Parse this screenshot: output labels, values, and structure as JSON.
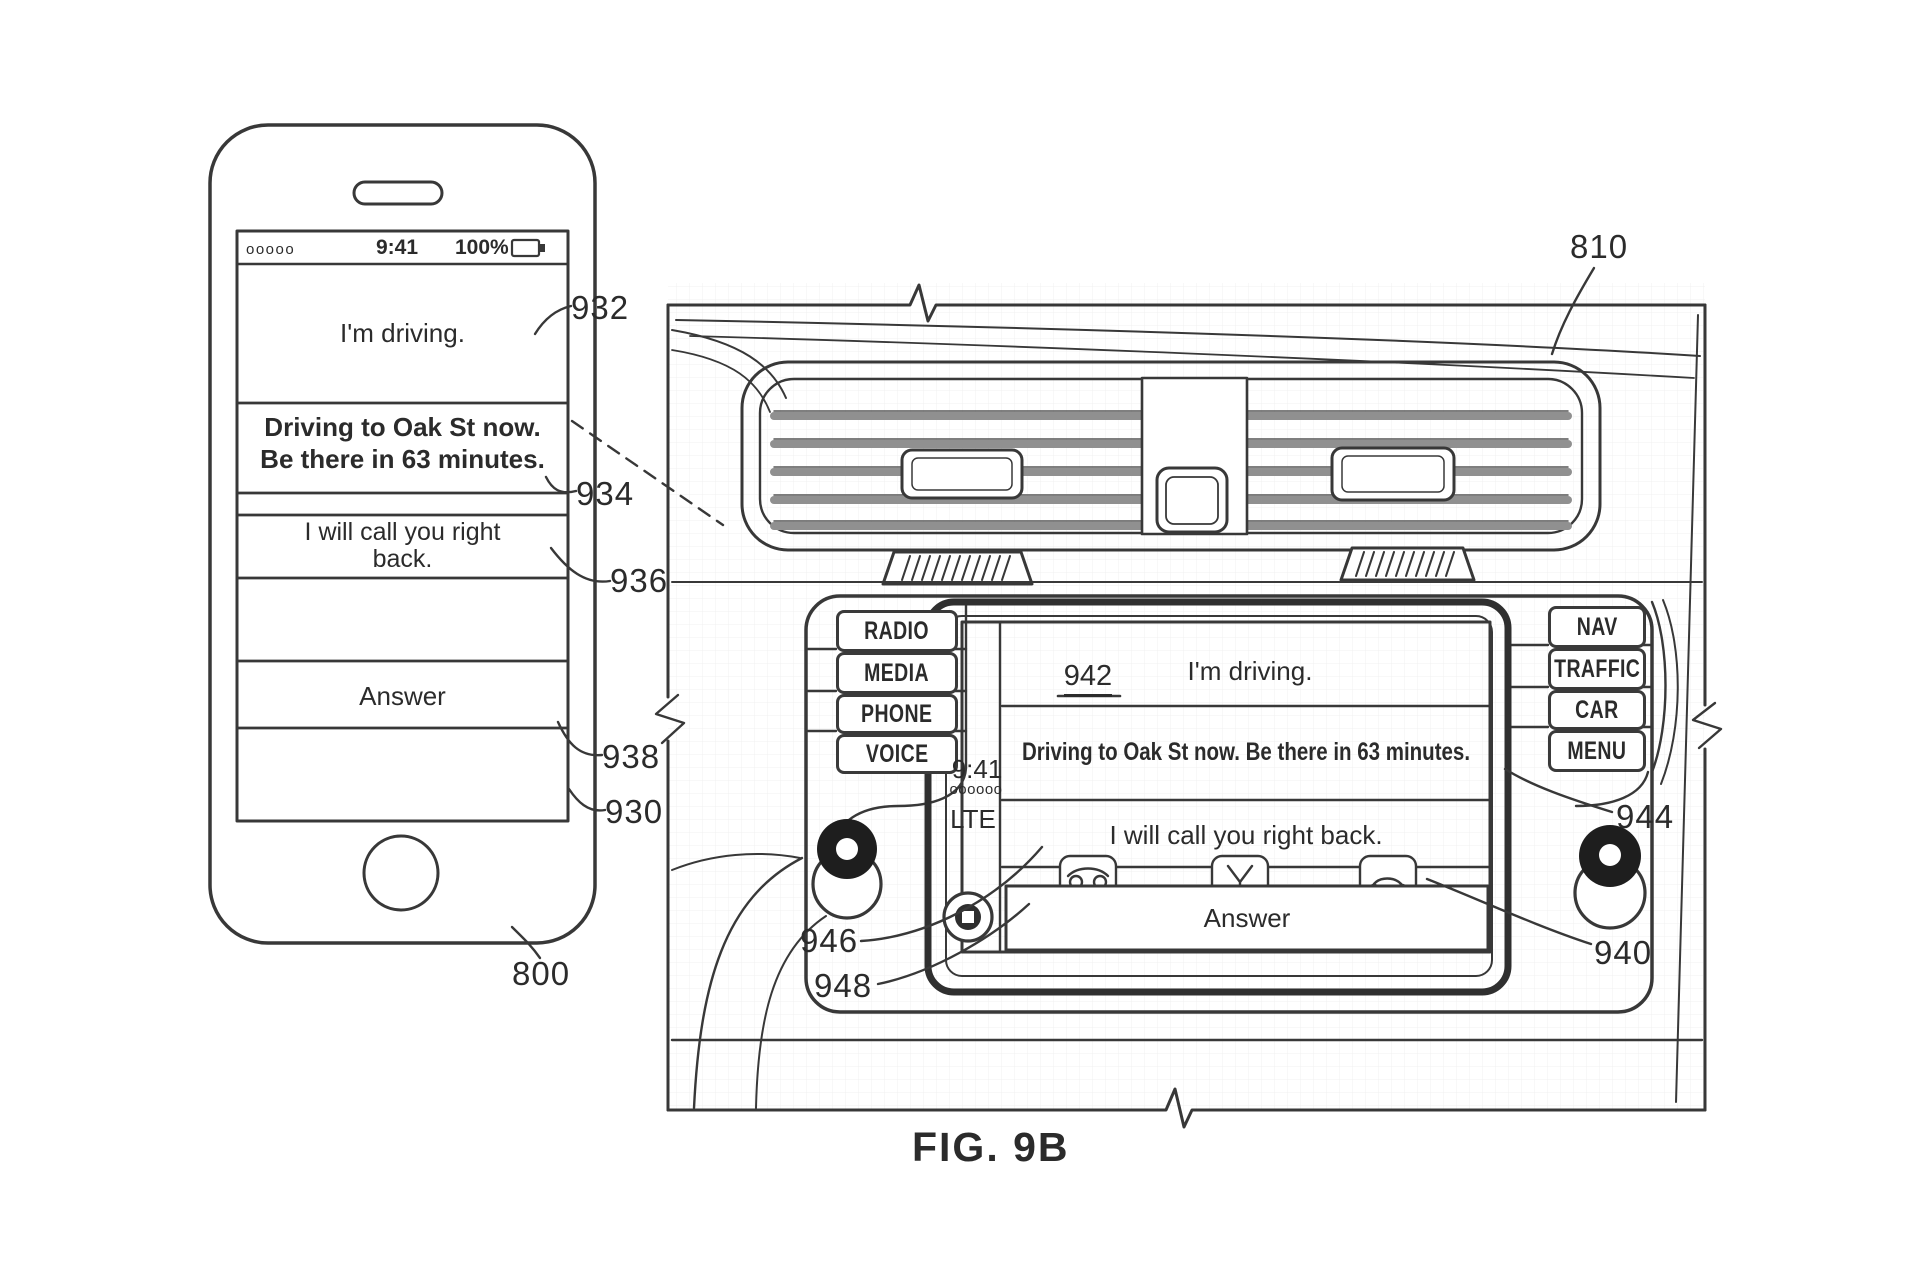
{
  "figure": {
    "caption": "FIG. 9B"
  },
  "phone": {
    "ref": "800",
    "screen_ref": "930",
    "status": {
      "signal_dots": "ooooo",
      "time": "9:41",
      "battery_percent": "100%"
    },
    "messages": {
      "driving": {
        "ref": "932",
        "text": "I'm driving."
      },
      "oak": {
        "ref": "934",
        "line1": "Driving to Oak St now.",
        "line2": "Be there in 63 minutes."
      },
      "callback": {
        "ref": "936",
        "line1": "I will call you right",
        "line2": "back."
      },
      "answer": {
        "ref": "938",
        "text": "Answer"
      }
    }
  },
  "car": {
    "ref": "810",
    "left_buttons": [
      {
        "label": "RADIO"
      },
      {
        "label": "MEDIA"
      },
      {
        "label": "PHONE"
      },
      {
        "label": "VOICE"
      }
    ],
    "right_buttons": [
      {
        "label": "NAV"
      },
      {
        "label": "TRAFFIC"
      },
      {
        "label": "CAR"
      },
      {
        "label": "MENU"
      }
    ],
    "status": {
      "time": "9:41",
      "signal_dots": "oooooo",
      "network": "LTE"
    },
    "screen": {
      "row1": {
        "ref": "942",
        "text": "I'm driving."
      },
      "row2": {
        "ref": "944",
        "text": "Driving to Oak St now. Be there in 63 minutes."
      },
      "row3": {
        "text": "I will call you right back."
      },
      "answer": {
        "ref": "940",
        "text": "Answer"
      }
    },
    "volume_knob_ref": "946",
    "home_button_ref": "948"
  }
}
